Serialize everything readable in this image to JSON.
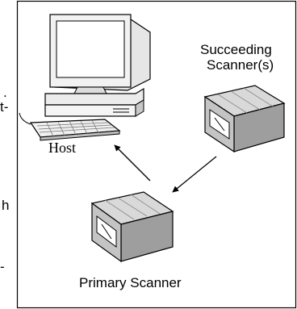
{
  "left_margin_fragments": [
    ".",
    "t-",
    "h",
    "-"
  ],
  "labels": {
    "host": "Host",
    "succeeding_scanners_line1": "Succeeding",
    "succeeding_scanners_line2": "Scanner(s)",
    "primary_scanner": "Primary Scanner"
  },
  "colors": {
    "frame": "#000000",
    "device_light": "#d9d9d9",
    "device_mid": "#a8a8a8",
    "device_dark": "#6e6e6e",
    "arrow": "#000000"
  },
  "icons": {
    "host": "desktop-computer-icon",
    "primary_scanner": "scanner-device-icon",
    "succeeding_scanner": "scanner-device-icon"
  }
}
